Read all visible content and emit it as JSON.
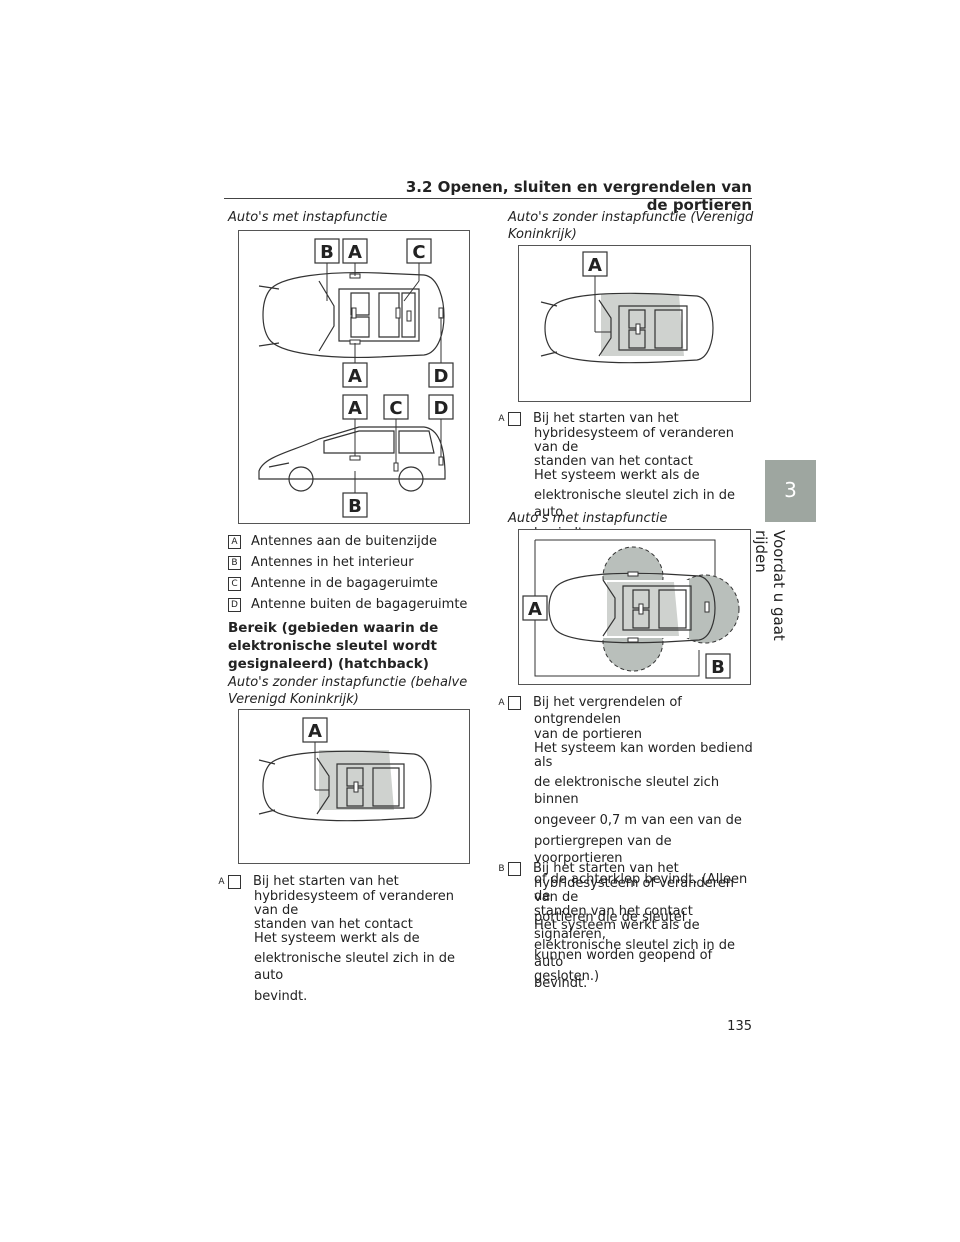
{
  "header": {
    "title": "3.2 Openen, sluiten en vergrendelen van de portieren"
  },
  "side_tab": {
    "number": "3",
    "label": "Voordat u gaat rijden"
  },
  "left": {
    "caption1": "Auto's met instapfunctie",
    "fig1_labels": [
      "B",
      "A",
      "C",
      "A",
      "D",
      "A",
      "C",
      "D",
      "B"
    ],
    "legend": [
      {
        "badge": "A",
        "text": "Antennes aan de buitenzijde"
      },
      {
        "badge": "B",
        "text": "Antennes in het interieur"
      },
      {
        "badge": "C",
        "text": "Antenne in de bagageruimte"
      },
      {
        "badge": "D",
        "text": "Antenne buiten de bagageruimte"
      }
    ],
    "heading_lines": [
      "Bereik (gebieden waarin de",
      "elektronische sleutel wordt",
      "gesignaleerd) (hatchback)"
    ],
    "caption2_lines": [
      "Auto's zonder instapfunctie (behalve",
      "Verenigd Koninkrijk)"
    ],
    "fig2_label": "A",
    "desc": {
      "badge": "A",
      "lines": [
        "Bij het starten van het",
        "hybridesysteem of veranderen van de",
        "standen van het contact",
        "Het systeem werkt als de",
        "elektronische sleutel zich in de auto",
        "bevindt."
      ]
    }
  },
  "right": {
    "caption1_lines": [
      "Auto's zonder instapfunctie (Verenigd",
      "Koninkrijk)"
    ],
    "fig1_label": "A",
    "desc1": {
      "badge": "A",
      "lines": [
        "Bij het starten van het",
        "hybridesysteem of veranderen van de",
        "standen van het contact",
        "Het systeem werkt als de",
        "elektronische sleutel zich in de auto",
        "bevindt."
      ]
    },
    "caption2": "Auto's met instapfunctie",
    "fig2_labels": [
      "A",
      "B"
    ],
    "desc2": {
      "badge": "A",
      "lines": [
        "Bij het vergrendelen of ontgrendelen",
        "van de portieren",
        "Het systeem kan worden bediend als",
        "de elektronische sleutel zich binnen",
        "ongeveer 0,7 m van een van de",
        "portiergrepen van de voorportieren",
        "of de achterklep bevindt. (Alleen de",
        "portieren die de sleutel signaleren,",
        "kunnen worden geopend of",
        "gesloten.)"
      ]
    },
    "desc3": {
      "badge": "B",
      "lines": [
        "Bij het starten van het",
        "hybridesysteem of veranderen van de",
        "standen van het contact",
        "Het systeem werkt als de",
        "elektronische sleutel zich in de auto",
        "bevindt."
      ]
    }
  },
  "page_number": "135"
}
